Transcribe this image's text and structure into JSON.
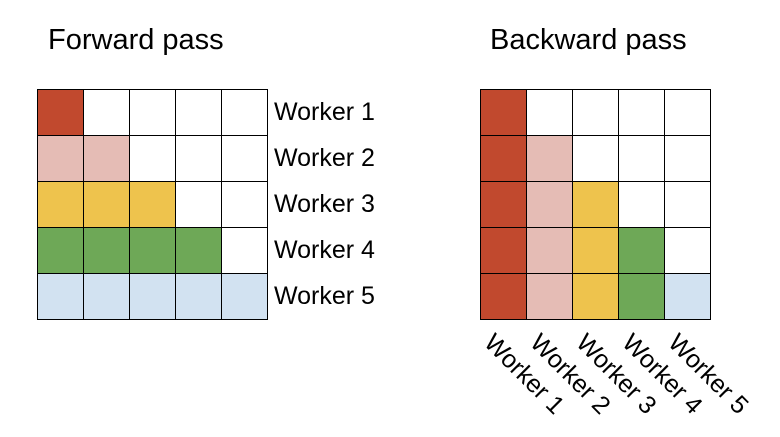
{
  "colors": {
    "worker1": "#c1492e",
    "worker2": "#e5bcb5",
    "worker3": "#eec34d",
    "worker4": "#6ea857",
    "worker5": "#d2e2f1",
    "empty": "#ffffff"
  },
  "forward": {
    "title": "Forward pass",
    "rows": [
      [
        "worker1",
        "empty",
        "empty",
        "empty",
        "empty"
      ],
      [
        "worker2",
        "worker2",
        "empty",
        "empty",
        "empty"
      ],
      [
        "worker3",
        "worker3",
        "worker3",
        "empty",
        "empty"
      ],
      [
        "worker4",
        "worker4",
        "worker4",
        "worker4",
        "empty"
      ],
      [
        "worker5",
        "worker5",
        "worker5",
        "worker5",
        "worker5"
      ]
    ],
    "row_labels": [
      "Worker 1",
      "Worker 2",
      "Worker 3",
      "Worker 4",
      "Worker 5"
    ]
  },
  "backward": {
    "title": "Backward pass",
    "rows": [
      [
        "worker1",
        "empty",
        "empty",
        "empty",
        "empty"
      ],
      [
        "worker1",
        "worker2",
        "empty",
        "empty",
        "empty"
      ],
      [
        "worker1",
        "worker2",
        "worker3",
        "empty",
        "empty"
      ],
      [
        "worker1",
        "worker2",
        "worker3",
        "worker4",
        "empty"
      ],
      [
        "worker1",
        "worker2",
        "worker3",
        "worker4",
        "worker5"
      ]
    ],
    "column_labels": [
      "Worker 1",
      "Worker 2",
      "Worker 3",
      "Worker 4",
      "Worker 5"
    ]
  }
}
